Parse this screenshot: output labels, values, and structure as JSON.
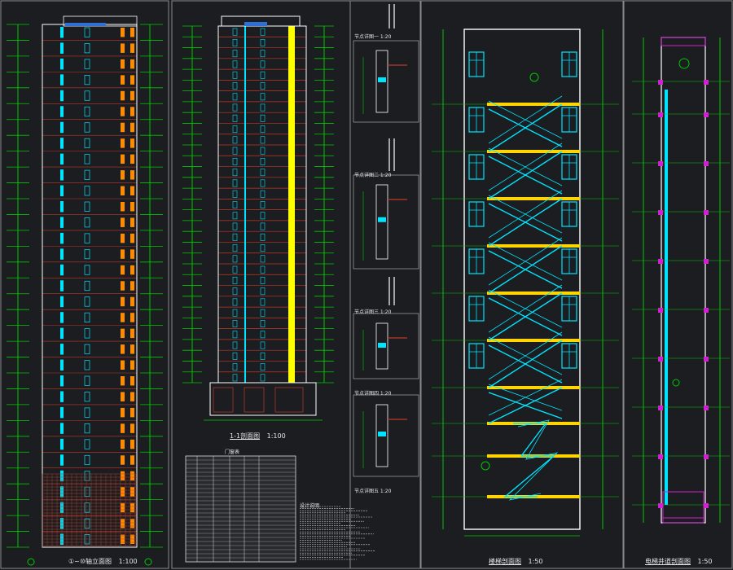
{
  "drawing_titles": {
    "south_elevation": "①~⑩轴立面图",
    "south_elevation_scale": "1:100",
    "section_1_1": "1-1剖面图",
    "section_1_1_scale": "1:100",
    "stair_section": "楼梯剖面图",
    "stair_section_scale": "1:50",
    "elevator_section": "电梯井道剖面图",
    "elevator_section_scale": "1:50",
    "door_window_schedule": "门窗表",
    "design_notes_heading": "设计说明"
  },
  "detail_titles": [
    "节点详图一 1:20",
    "节点详图二 1:20",
    "节点详图三 1:20",
    "节点详图四 1:20",
    "节点详图五 1:20"
  ],
  "storey_count": 33,
  "colors": {
    "background": "#1b1d21",
    "grid_line": "#00c800",
    "wall": "#ffffff",
    "window": "#00e5ff",
    "balcony": "#ff8c00",
    "stair": "#ffd400",
    "floor_slab": "#c0392b",
    "elevator_door": "#d020d0",
    "highlight_column": "#ffff00"
  },
  "icons": [
    "grid-bubble-icon",
    "elevation-marker-icon",
    "section-mark-icon"
  ]
}
